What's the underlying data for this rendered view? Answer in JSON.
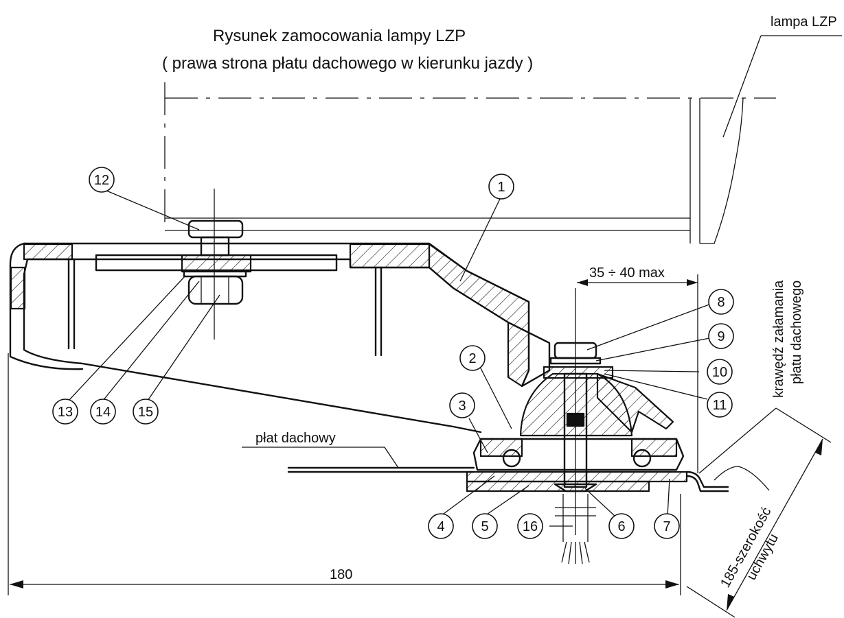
{
  "title_line1": "Rysunek zamocowania lampy LZP",
  "title_line2": "( prawa strona płatu dachowego w kierunku jazdy )",
  "labels": {
    "lamp": "lampa LZP",
    "roof_panel": "płat   dachowy",
    "dim_clearance": "35 ÷ 40 max",
    "fold_edge_line1": "krawędź załamania",
    "fold_edge_line2": "płatu dachowego",
    "dim_total": "180",
    "dim_width_line1": "185-szerokość",
    "dim_width_line2": "uchwytu"
  },
  "part_numbers": [
    "1",
    "2",
    "3",
    "4",
    "5",
    "6",
    "7",
    "8",
    "9",
    "10",
    "11",
    "12",
    "13",
    "14",
    "15",
    "16"
  ]
}
